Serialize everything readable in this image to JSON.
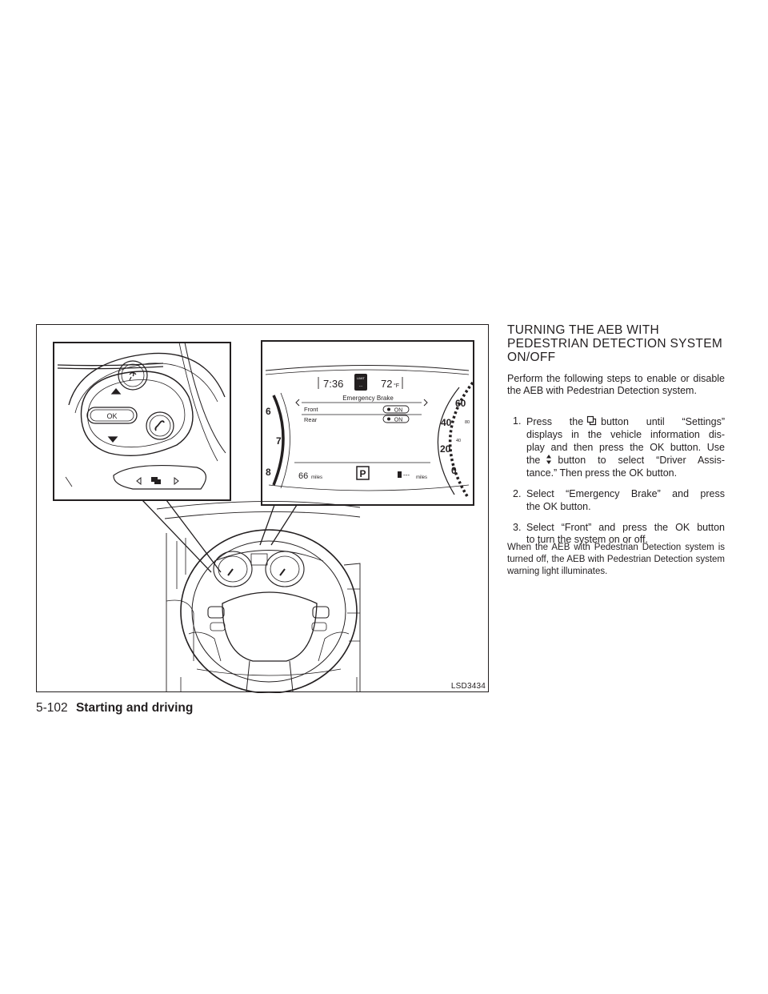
{
  "figure": {
    "code": "LSD3434",
    "switch_labels": {
      "ok": "OK"
    },
    "display": {
      "clock": "7:36",
      "limit_label": "LIMIT",
      "limit_value": "---",
      "temperature": "72",
      "temp_unit": "°F",
      "menu_title": "Emergency Brake",
      "rows": [
        {
          "label": "Front",
          "state": "ON"
        },
        {
          "label": "Rear",
          "state": "ON"
        }
      ],
      "range_value": "66",
      "range_unit": "miles",
      "gear": "P",
      "fuel_value": "---",
      "fuel_unit": "miles",
      "tach_ticks": [
        "6",
        "7",
        "8"
      ],
      "speed_ticks": [
        "60",
        "40",
        "20",
        "0"
      ],
      "speed_minor_ticks": [
        "80",
        "40"
      ]
    }
  },
  "section": {
    "title_lines": [
      "TURNING THE AEB WITH",
      "PEDESTRIAN DETECTION SYSTEM",
      "ON/OFF"
    ],
    "intro": "Perform the following steps to enable or disable the AEB with Pedestrian Detection system.",
    "steps": [
      {
        "number": "1.",
        "line1_before": "Press the",
        "line1_after": "button until “Settings”",
        "line2": "displays in the vehicle information dis-",
        "line3": "play and then press the OK button. Use",
        "line4_before": "the",
        "line4_after": "button to select “Driver Assis-",
        "line5": "tance.” Then press the OK button."
      },
      {
        "number": "2.",
        "line1": "Select “Emergency Brake” and press",
        "line2": "the OK button."
      },
      {
        "number": "3.",
        "line1": "Select “Front” and press the OK button",
        "line2": "to turn the system on or off."
      }
    ],
    "closing": "When the AEB with Pedestrian Detection system is turned off, the AEB with Pedestrian Detection system warning light illuminates."
  },
  "footer": {
    "page_number": "5-102",
    "chapter": "Starting and driving"
  }
}
